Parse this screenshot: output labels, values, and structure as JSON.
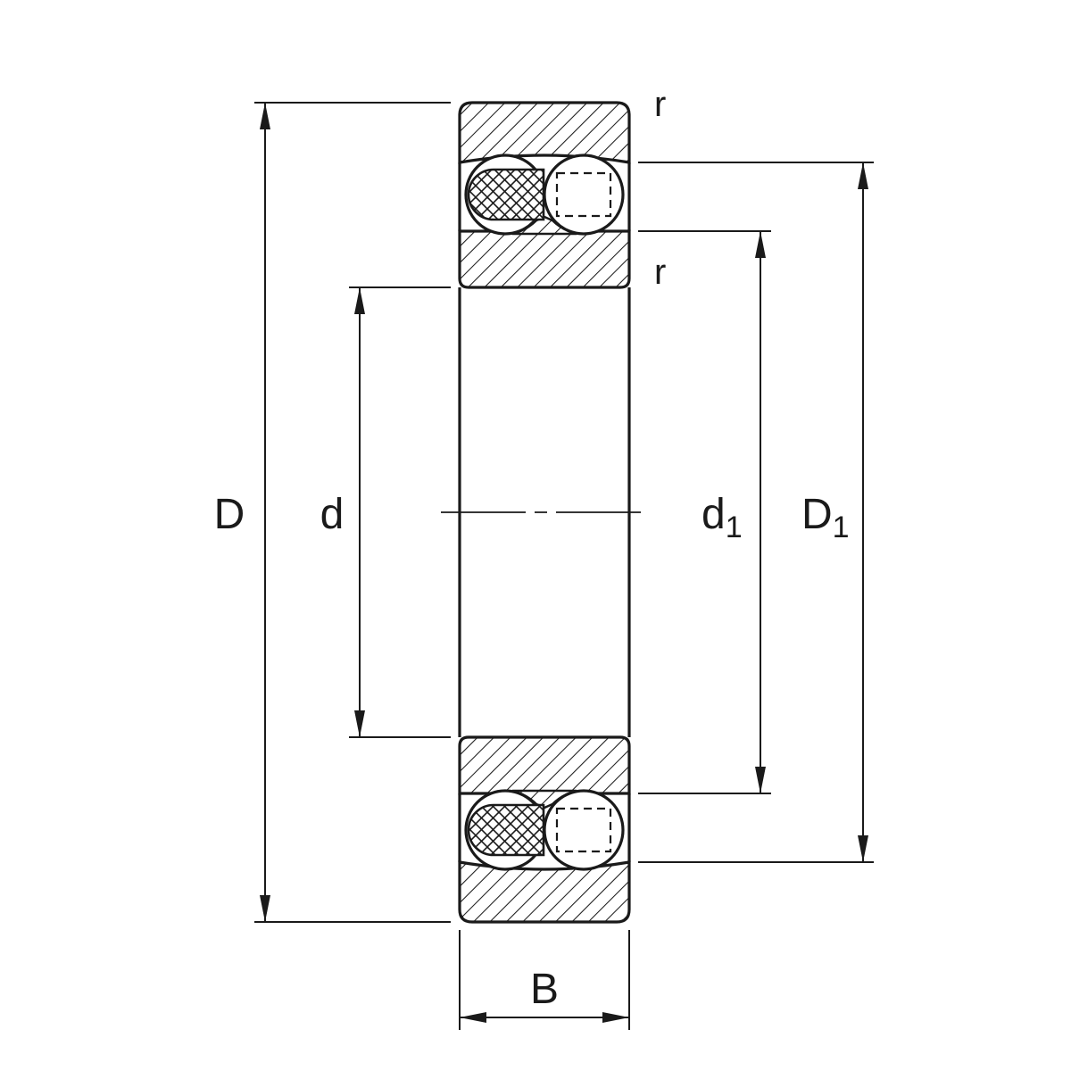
{
  "diagram": {
    "type": "bearing-cross-section-technical-drawing",
    "labels": {
      "outer_diameter": "D",
      "bore_diameter": "d",
      "d1": {
        "base": "d",
        "sub": "1"
      },
      "D1": {
        "base": "D",
        "sub": "1"
      },
      "width": "B",
      "r_top": "r",
      "r_inner": "r"
    },
    "colors": {
      "line": "#1a1a1a",
      "background": "#ffffff"
    }
  }
}
